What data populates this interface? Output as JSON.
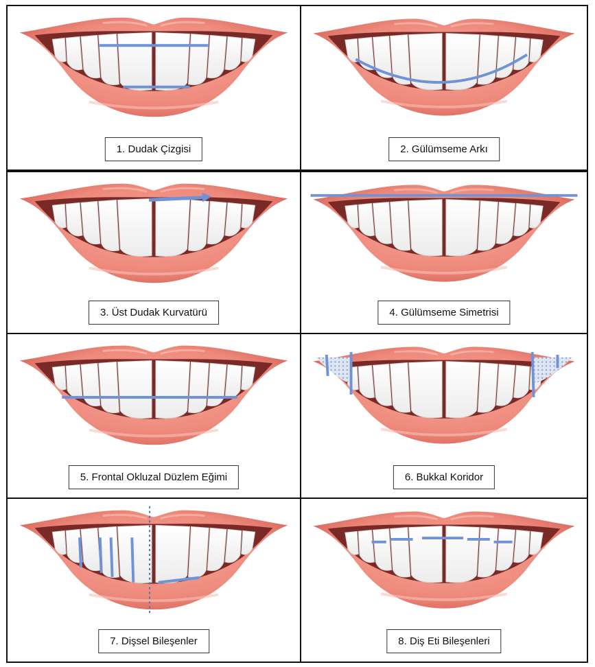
{
  "panels": [
    {
      "caption": "1. Dudak Çizgisi",
      "marker": "lip-line"
    },
    {
      "caption": "2. Gülümseme Arkı",
      "marker": "smile-arc"
    },
    {
      "caption": "3. Üst Dudak Kurvatürü",
      "marker": "upper-lip-curvature"
    },
    {
      "caption": "4. Gülümseme Simetrisi",
      "marker": "smile-symmetry"
    },
    {
      "caption": "5. Frontal Okluzal Düzlem Eğimi",
      "marker": "occlusal-plane"
    },
    {
      "caption": "6. Bukkal Koridor",
      "marker": "buccal-corridor"
    },
    {
      "caption": "7. Dişsel Bileşenler",
      "marker": "dental-components"
    },
    {
      "caption": "8. Diş Eti Bileşenleri",
      "marker": "gingival-components"
    }
  ],
  "colors": {
    "lip": "#ee8a7c",
    "lip_dark": "#c9574a",
    "teeth": "#ffffff",
    "mouth": "#7a2a26",
    "marker": "#6f93d6"
  }
}
